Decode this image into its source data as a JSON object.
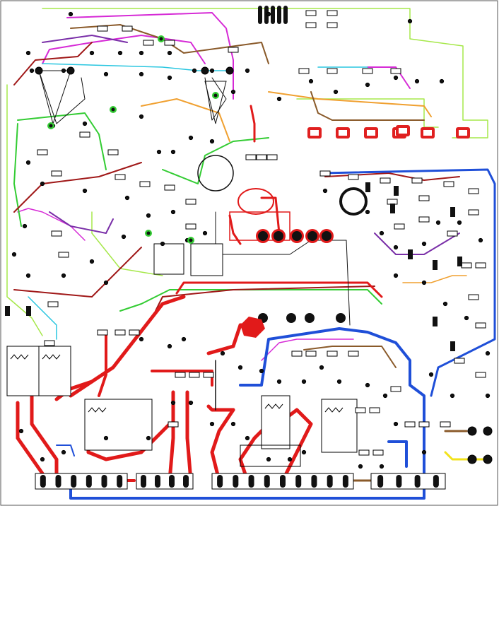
{
  "diagram": {
    "kind": "pcb-trace-layout",
    "caption": "",
    "colors": {
      "background": "#ffffff",
      "board_outline": "#555555",
      "trace_red": "#e11a1a",
      "trace_blue": "#1f4fd8",
      "trace_green": "#33cc33",
      "trace_lightgreen": "#a6e84a",
      "trace_magenta": "#d62ad6",
      "trace_purple": "#7a2fa8",
      "trace_orange": "#f0a030",
      "trace_brown": "#8a5a2a",
      "trace_darkred": "#a01818",
      "trace_cyan": "#29c6e0",
      "trace_yellow": "#f2e21a",
      "trace_black": "#111111",
      "pad": "#111111",
      "smd_red": "#e02020"
    },
    "components": {
      "top_connector_pins": 5,
      "relays": 5,
      "optocouplers": 2,
      "bottom_connectors": 4,
      "bottom_connector_pins": [
        6,
        4,
        9,
        4
      ],
      "large_round_pads_middle": 6,
      "smd_red_pads_top_right": 7,
      "transformer_triangles": 2
    },
    "icons": [
      "resistor-icon",
      "relay-coil-icon",
      "optocoupler-icon",
      "capacitor-icon",
      "pad-icon"
    ]
  }
}
